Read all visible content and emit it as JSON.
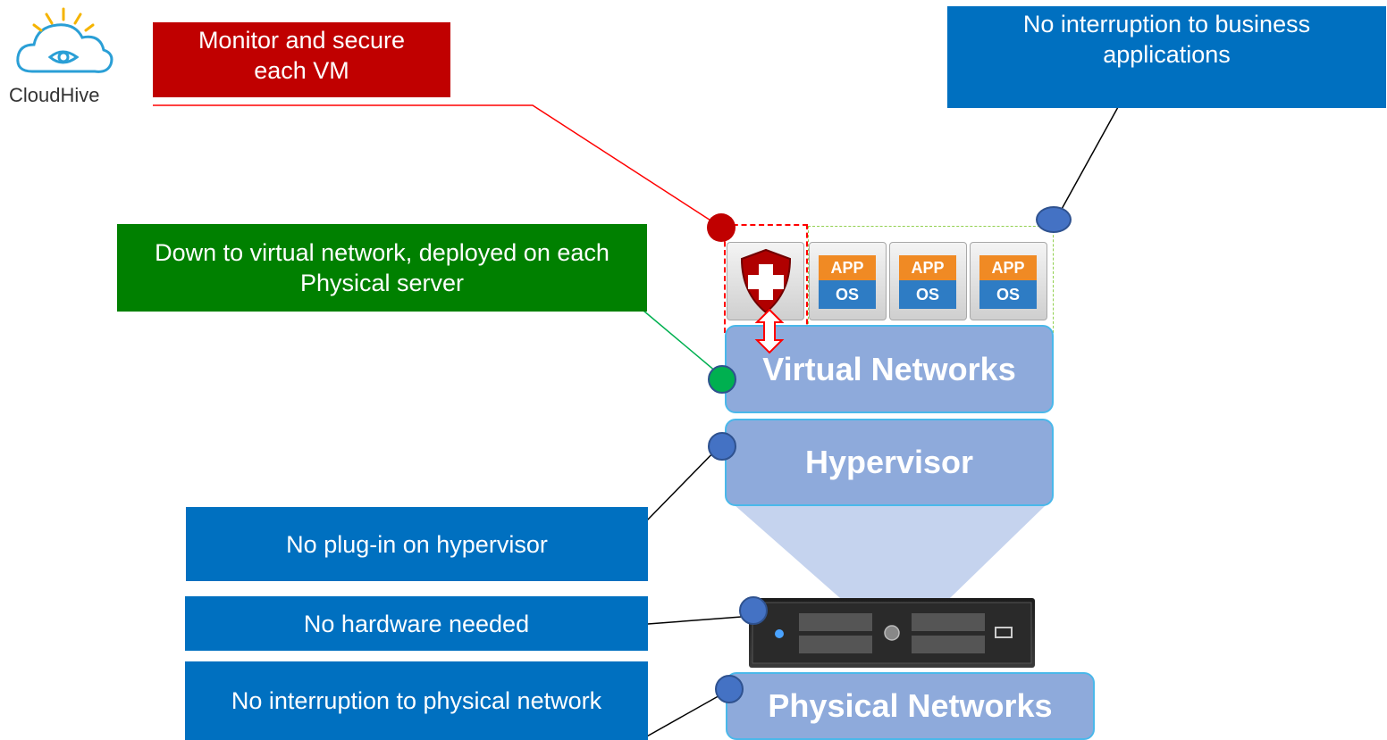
{
  "logo": {
    "name": "CloudHive"
  },
  "callouts": {
    "monitor": "Monitor and secure each VM",
    "no_interruption_business": "No interruption to business applications",
    "virtual_network": "Down to virtual network, deployed on each Physical server",
    "no_plugin": "No plug-in on hypervisor",
    "no_hardware": "No hardware needed",
    "no_interruption_physical": "No interruption to physical network"
  },
  "layers": {
    "virtual": "Virtual Networks",
    "hypervisor": "Hypervisor",
    "physical": "Physical Networks"
  },
  "vm": {
    "app_label": "APP",
    "os_label": "OS"
  },
  "colors": {
    "red_box": "#c00000",
    "blue_box": "#0070c0",
    "green_box": "#008000",
    "layer_fill": "#8eaadb",
    "layer_border": "#4ab8ea"
  }
}
